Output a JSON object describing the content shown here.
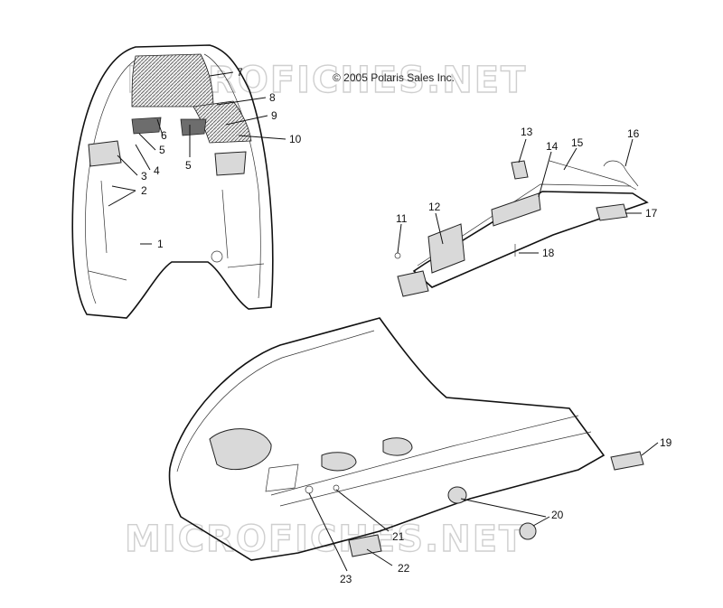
{
  "copyright": "© 2005 Polaris Sales Inc.",
  "watermarks": [
    "MICROFICHES.NET",
    "MICROFICHES.NET"
  ],
  "callouts": [
    {
      "num": "1"
    },
    {
      "num": "2"
    },
    {
      "num": "3"
    },
    {
      "num": "4"
    },
    {
      "num": "5"
    },
    {
      "num": "5"
    },
    {
      "num": "6"
    },
    {
      "num": "7"
    },
    {
      "num": "8"
    },
    {
      "num": "9"
    },
    {
      "num": "10"
    },
    {
      "num": "11"
    },
    {
      "num": "12"
    },
    {
      "num": "13"
    },
    {
      "num": "14"
    },
    {
      "num": "15"
    },
    {
      "num": "16"
    },
    {
      "num": "17"
    },
    {
      "num": "18"
    },
    {
      "num": "19"
    },
    {
      "num": "20"
    },
    {
      "num": "21"
    },
    {
      "num": "22"
    },
    {
      "num": "23"
    }
  ]
}
